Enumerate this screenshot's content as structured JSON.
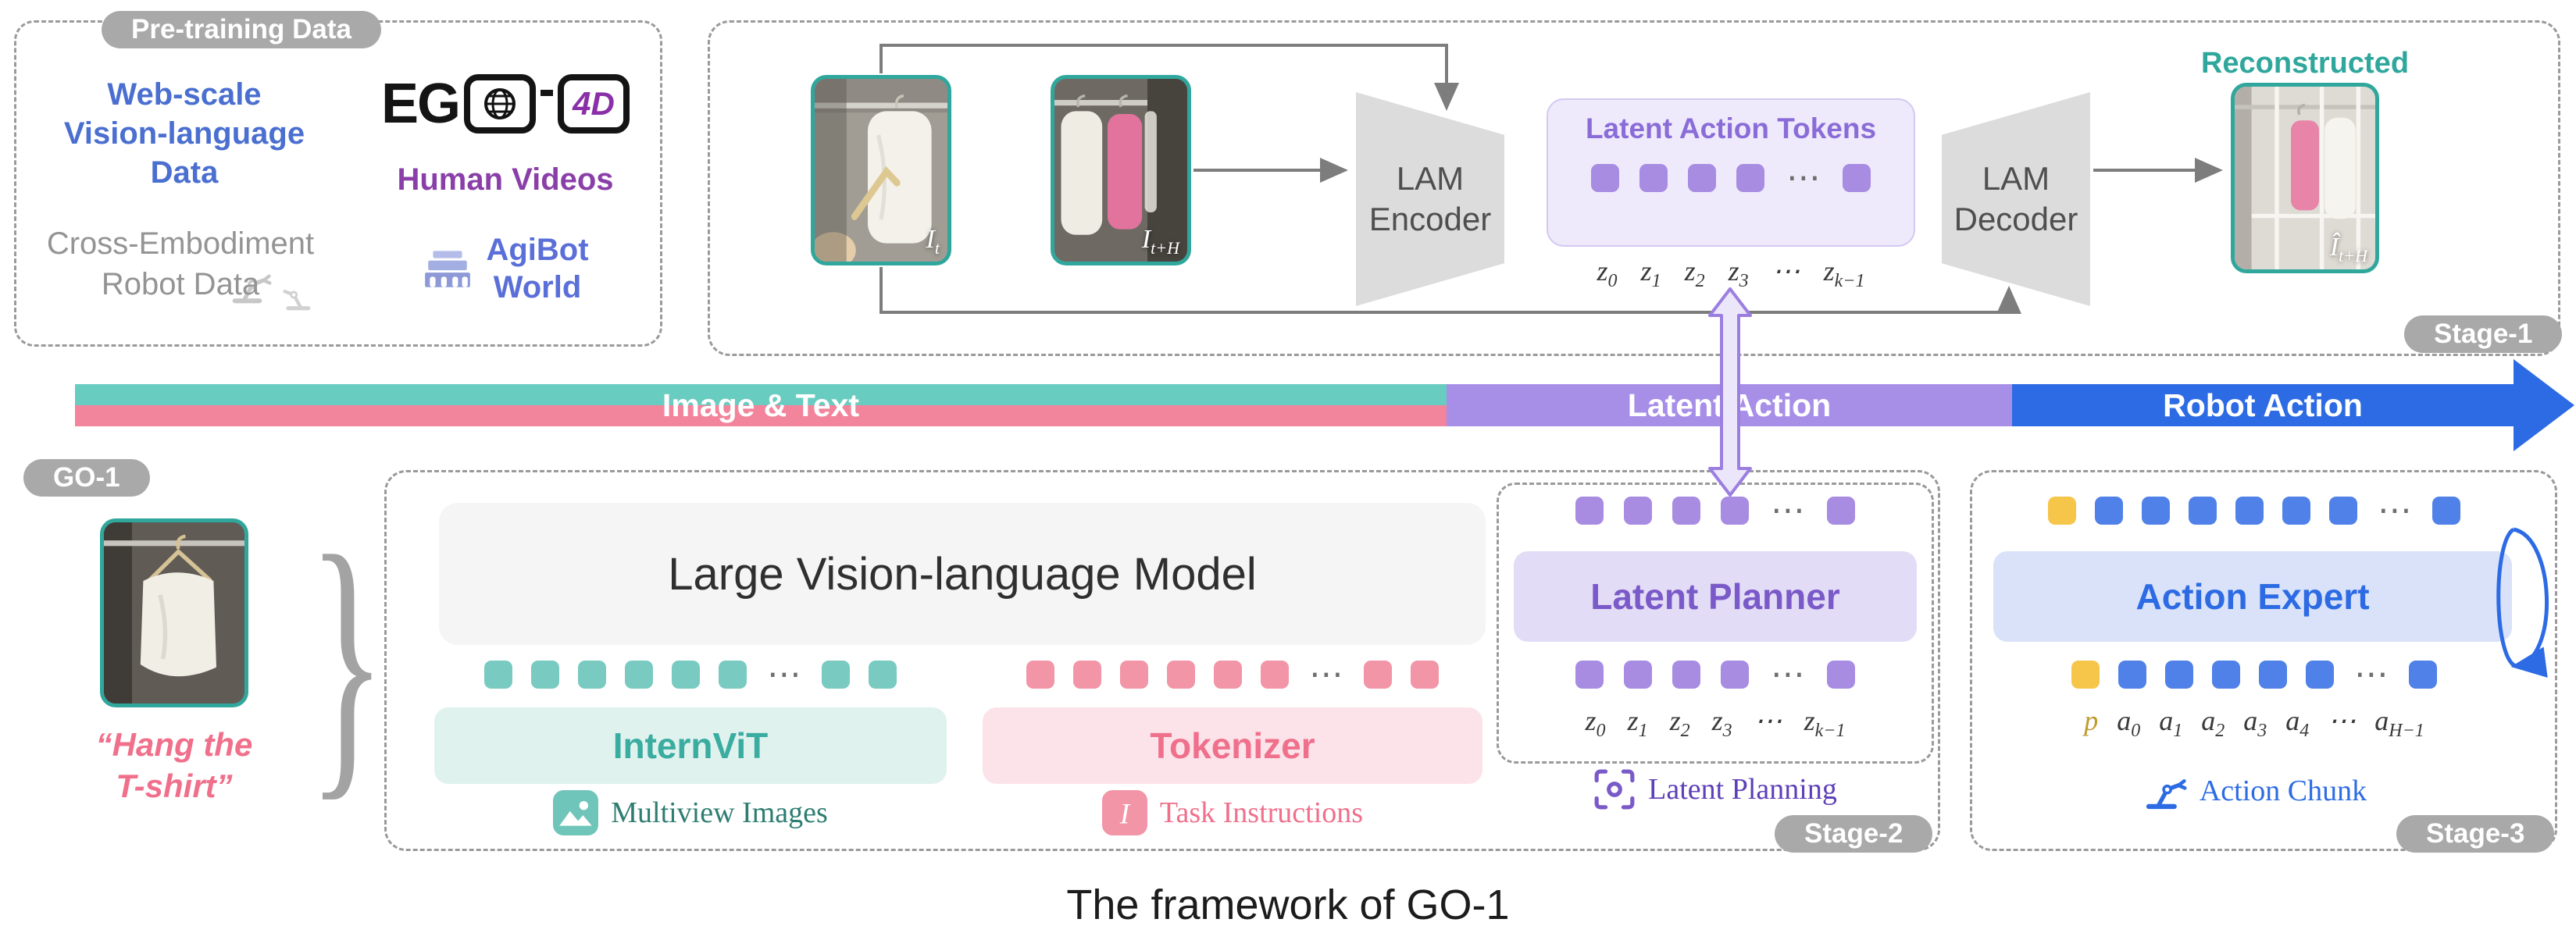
{
  "pretraining": {
    "title": "Pre-training Data",
    "web_scale": "Web-scale\nVision-language\nData",
    "ego": {
      "eg": "EG",
      "fourd": "4D"
    },
    "human_videos": "Human Videos",
    "cross_embodiment": "Cross-Embodiment\nRobot Data",
    "agibot_label": "AgiBot\nWorld"
  },
  "stage1": {
    "pill": "Stage-1",
    "lam_encoder": "LAM\nEncoder",
    "lam_decoder": "LAM\nDecoder",
    "latent_tokens_title": "Latent Action Tokens",
    "tokens": [
      "v",
      "v",
      "v",
      "v",
      "d",
      "v"
    ],
    "z_labels": [
      [
        "z",
        "0"
      ],
      [
        "z",
        "1"
      ],
      [
        "z",
        "2"
      ],
      [
        "z",
        "3"
      ],
      [
        "⋯",
        ""
      ],
      [
        "z",
        "k−1"
      ]
    ],
    "reconstructed": "Reconstructed",
    "photo_labels": {
      "it": [
        [
          "I",
          "t"
        ]
      ],
      "ith": [
        [
          "I",
          "t+H"
        ]
      ],
      "recon": [
        [
          "Î",
          "t+H"
        ]
      ]
    }
  },
  "bar": {
    "image_text": "Image & Text",
    "latent_action": "Latent Action",
    "robot_action": "Robot Action"
  },
  "go1": {
    "pill": "GO-1",
    "instruction": "“Hang the\nT-shirt”",
    "brace": "}"
  },
  "stage2": {
    "pill": "Stage-2",
    "lvlm": "Large Vision-language Model",
    "teal_tokens": [
      "t",
      "t",
      "t",
      "t",
      "t",
      "t",
      "d",
      "t",
      "t"
    ],
    "pink_tokens": [
      "p",
      "p",
      "p",
      "p",
      "p",
      "p",
      "d",
      "p",
      "p"
    ],
    "internvit": "InternViT",
    "tokenizer": "Tokenizer",
    "multiview": "Multiview Images",
    "task_instructions": "Task Instructions",
    "task_icon_glyph": "I",
    "planner": {
      "top_tokens": [
        "v",
        "v",
        "v",
        "v",
        "d",
        "v"
      ],
      "title": "Latent Planner",
      "bottom_tokens": [
        "v",
        "v",
        "v",
        "v",
        "d",
        "v"
      ],
      "z_labels": [
        [
          "z",
          "0"
        ],
        [
          "z",
          "1"
        ],
        [
          "z",
          "2"
        ],
        [
          "z",
          "3"
        ],
        [
          "⋯",
          ""
        ],
        [
          "z",
          "k−1"
        ]
      ],
      "caption": "Latent Planning"
    }
  },
  "stage3": {
    "pill": "Stage-3",
    "top_tokens": [
      "y",
      "b",
      "b",
      "b",
      "b",
      "b",
      "b",
      "d",
      "b"
    ],
    "title": "Action Expert",
    "bottom_tokens": [
      "y",
      "b",
      "b",
      "b",
      "b",
      "b",
      "d",
      "b"
    ],
    "a_labels": [
      [
        "p",
        ""
      ],
      [
        "a",
        "0"
      ],
      [
        "a",
        "1"
      ],
      [
        "a",
        "2"
      ],
      [
        "a",
        "3"
      ],
      [
        "a",
        "4"
      ],
      [
        "⋯",
        ""
      ],
      [
        "a",
        "H−1"
      ]
    ],
    "caption": "Action Chunk"
  },
  "caption": "The framework of GO-1",
  "icons": {
    "globe-icon": "black line globe in left eyeglass lens",
    "colosseum-icon": "blue colosseum building",
    "robot-arm-icon": "gray robot arm silhouettes",
    "multiview-images-icon": "teal photo/mountain tile",
    "task-instructions-icon": "pink tile with italic I",
    "latent-planning-icon": "purple focus brackets with circle",
    "action-chunk-icon": "blue robot arm"
  },
  "palette": {
    "teal-tok": "#79cac1",
    "teal-border": "#2fa79c",
    "teal-bar": "#68ccc0",
    "teal-fill": "#dff2ee",
    "teal-text": "#3aaca0",
    "pink-tok": "#f295a6",
    "pink-bar": "#f2849c",
    "pink-fill": "#fbe3e9",
    "pink-text": "#f0708c",
    "purple-tok": "#a78ce2",
    "purple-bar": "#a78fe8",
    "purple-fill": "#e3dcf6",
    "purple-text": "#7a5ac8",
    "purple-deep": "#5e3fb8",
    "blue-tok": "#4f81e8",
    "blue-main": "#2d6be4",
    "blue-fill": "#d9e2f8",
    "yellow-tok": "#f6c64a",
    "pill-gray": "#a9a9a9",
    "latbox-fill": "#efeafb"
  }
}
